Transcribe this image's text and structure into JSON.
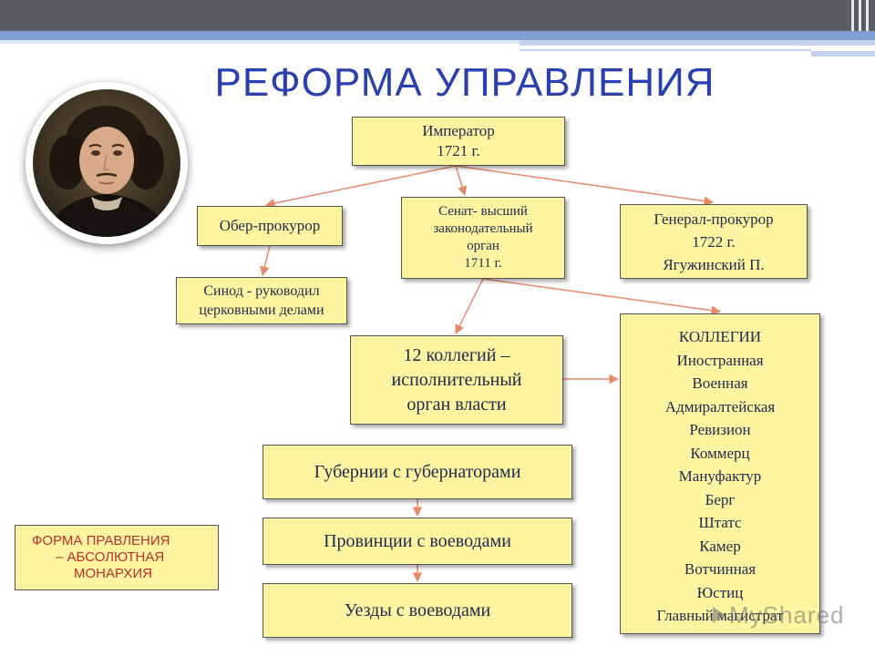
{
  "title": "РЕФОРМА УПРАВЛЕНИЯ",
  "colors": {
    "accent_title": "#2a3fb0",
    "box_fill": "#fff5a0",
    "arrow": "#e8896a",
    "form_text": "#b8302e"
  },
  "portrait": {
    "icon": "portrait-peter-i"
  },
  "boxes": {
    "emperor": [
      "Император",
      "1721 г."
    ],
    "ober_prokuror": [
      "Обер-прокурор"
    ],
    "senate": [
      "Сенат- высший",
      "законодательный",
      "орган",
      "1711 г."
    ],
    "general_prokuror": [
      "Генерал-прокурор",
      "1722 г.",
      "Ягужинский П."
    ],
    "synod": [
      "Синод - руководил",
      "церковными делами"
    ],
    "colleges_12": [
      "12 коллегий –",
      "исполнительный",
      "орган власти"
    ],
    "gubernii": "Губернии с губернаторами",
    "provincii": "Провинции с воеводами",
    "uezdy": "Уезды с воеводами",
    "form_of_rule": [
      "ФОРМА ПРАВЛЕНИЯ",
      "– АБСОЛЮТНАЯ",
      "МОНАРХИЯ"
    ]
  },
  "colleges_list": {
    "header": "КОЛЛЕГИИ",
    "items": [
      "Иностранная",
      "Военная",
      "Адмиралтейская",
      "Ревизион",
      "Коммерц",
      "Мануфактур",
      "Берг",
      "Штатс",
      "Камер",
      "Вотчинная",
      "Юстиц",
      "Главный магистрат"
    ]
  },
  "watermark": "MyShared"
}
